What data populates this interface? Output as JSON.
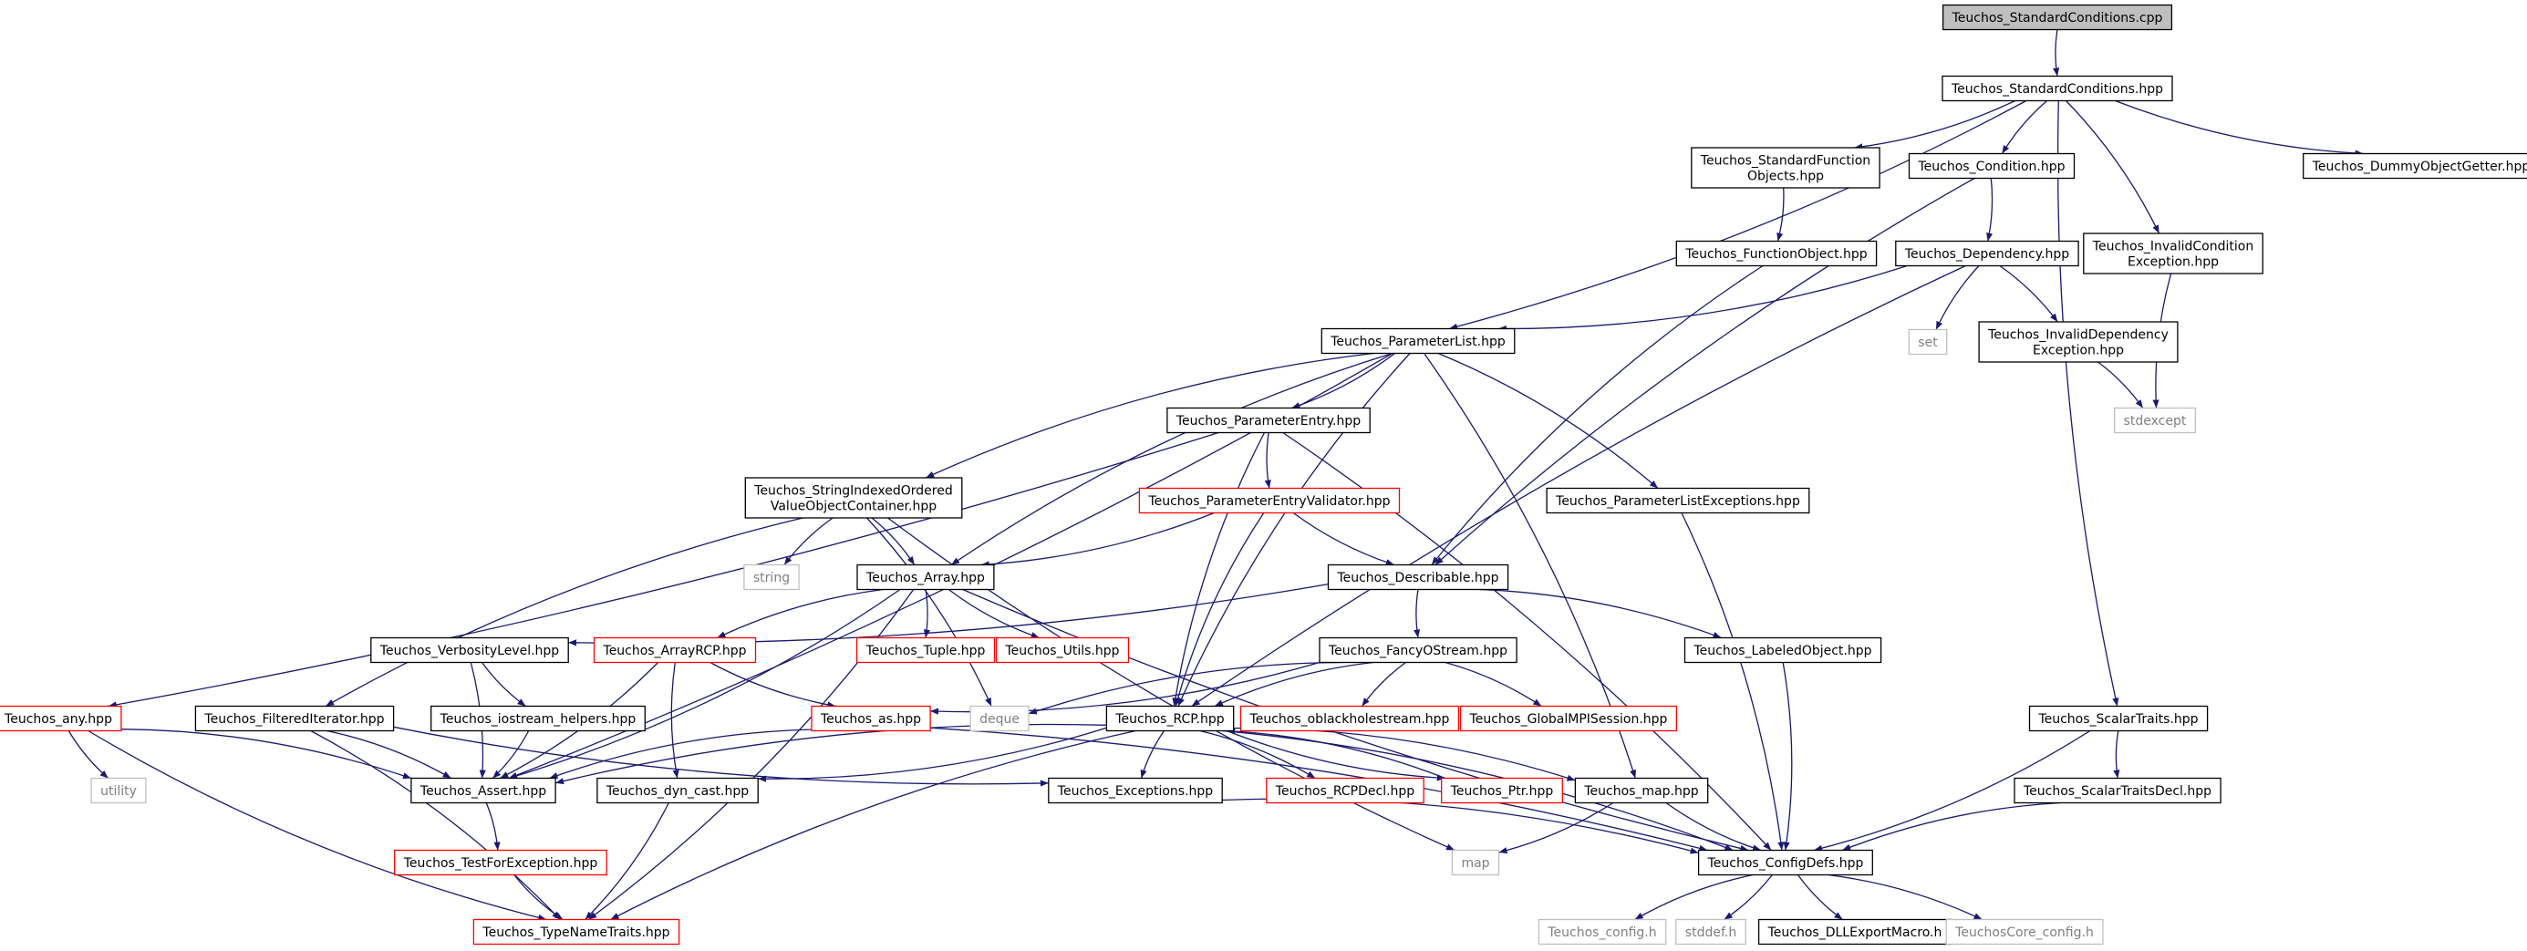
{
  "colors": {
    "edge": "#191970",
    "root_fill": "#bfbfbf",
    "normal_border": "#000000",
    "incomplete_border": "#ff0000",
    "external_border": "#bfbfbf",
    "text": "#000000",
    "external_text": "#7f7f7f"
  },
  "nodes": [
    {
      "id": "cpp",
      "lines": [
        "Teuchos_StandardConditions.cpp"
      ],
      "style": "root"
    },
    {
      "id": "stdcond",
      "lines": [
        "Teuchos_StandardConditions.hpp"
      ],
      "style": "normal"
    },
    {
      "id": "stdfunc",
      "lines": [
        "Teuchos_StandardFunction",
        "Objects.hpp"
      ],
      "style": "normal"
    },
    {
      "id": "condition",
      "lines": [
        "Teuchos_Condition.hpp"
      ],
      "style": "normal"
    },
    {
      "id": "invcond",
      "lines": [
        "Teuchos_InvalidCondition",
        "Exception.hpp"
      ],
      "style": "normal"
    },
    {
      "id": "dummy",
      "lines": [
        "Teuchos_DummyObjectGetter.hpp"
      ],
      "style": "normal"
    },
    {
      "id": "funcobj",
      "lines": [
        "Teuchos_FunctionObject.hpp"
      ],
      "style": "normal"
    },
    {
      "id": "dependency",
      "lines": [
        "Teuchos_Dependency.hpp"
      ],
      "style": "normal"
    },
    {
      "id": "set",
      "lines": [
        "set"
      ],
      "style": "external"
    },
    {
      "id": "invdep",
      "lines": [
        "Teuchos_InvalidDependency",
        "Exception.hpp"
      ],
      "style": "normal"
    },
    {
      "id": "stdexcept",
      "lines": [
        "stdexcept"
      ],
      "style": "external"
    },
    {
      "id": "paramlist",
      "lines": [
        "Teuchos_ParameterList.hpp"
      ],
      "style": "normal"
    },
    {
      "id": "paramentry",
      "lines": [
        "Teuchos_ParameterEntry.hpp"
      ],
      "style": "normal"
    },
    {
      "id": "sivoc",
      "lines": [
        "Teuchos_StringIndexedOrdered",
        "ValueObjectContainer.hpp"
      ],
      "style": "normal"
    },
    {
      "id": "pev",
      "lines": [
        "Teuchos_ParameterEntryValidator.hpp"
      ],
      "style": "incomplete"
    },
    {
      "id": "plexc",
      "lines": [
        "Teuchos_ParameterListExceptions.hpp"
      ],
      "style": "normal"
    },
    {
      "id": "string",
      "lines": [
        "string"
      ],
      "style": "external"
    },
    {
      "id": "array",
      "lines": [
        "Teuchos_Array.hpp"
      ],
      "style": "normal"
    },
    {
      "id": "describable",
      "lines": [
        "Teuchos_Describable.hpp"
      ],
      "style": "normal"
    },
    {
      "id": "verbosity",
      "lines": [
        "Teuchos_VerbosityLevel.hpp"
      ],
      "style": "normal"
    },
    {
      "id": "arrayrcp",
      "lines": [
        "Teuchos_ArrayRCP.hpp"
      ],
      "style": "incomplete"
    },
    {
      "id": "tuple",
      "lines": [
        "Teuchos_Tuple.hpp"
      ],
      "style": "incomplete"
    },
    {
      "id": "utils",
      "lines": [
        "Teuchos_Utils.hpp"
      ],
      "style": "incomplete"
    },
    {
      "id": "fancy",
      "lines": [
        "Teuchos_FancyOStream.hpp"
      ],
      "style": "normal"
    },
    {
      "id": "labeled",
      "lines": [
        "Teuchos_LabeledObject.hpp"
      ],
      "style": "normal"
    },
    {
      "id": "any",
      "lines": [
        "Teuchos_any.hpp"
      ],
      "style": "incomplete"
    },
    {
      "id": "filtered",
      "lines": [
        "Teuchos_FilteredIterator.hpp"
      ],
      "style": "normal"
    },
    {
      "id": "iostream",
      "lines": [
        "Teuchos_iostream_helpers.hpp"
      ],
      "style": "normal"
    },
    {
      "id": "as",
      "lines": [
        "Teuchos_as.hpp"
      ],
      "style": "incomplete"
    },
    {
      "id": "deque",
      "lines": [
        "deque"
      ],
      "style": "external"
    },
    {
      "id": "rcp",
      "lines": [
        "Teuchos_RCP.hpp"
      ],
      "style": "normal"
    },
    {
      "id": "oblack",
      "lines": [
        "Teuchos_oblackholestream.hpp"
      ],
      "style": "incomplete"
    },
    {
      "id": "mpi",
      "lines": [
        "Teuchos_GlobalMPISession.hpp"
      ],
      "style": "incomplete"
    },
    {
      "id": "scalartraits",
      "lines": [
        "Teuchos_ScalarTraits.hpp"
      ],
      "style": "normal"
    },
    {
      "id": "utility",
      "lines": [
        "utility"
      ],
      "style": "external"
    },
    {
      "id": "assert",
      "lines": [
        "Teuchos_Assert.hpp"
      ],
      "style": "normal"
    },
    {
      "id": "dyncast",
      "lines": [
        "Teuchos_dyn_cast.hpp"
      ],
      "style": "normal"
    },
    {
      "id": "exceptions",
      "lines": [
        "Teuchos_Exceptions.hpp"
      ],
      "style": "normal"
    },
    {
      "id": "rcpdecl",
      "lines": [
        "Teuchos_RCPDecl.hpp"
      ],
      "style": "incomplete"
    },
    {
      "id": "ptr",
      "lines": [
        "Teuchos_Ptr.hpp"
      ],
      "style": "incomplete"
    },
    {
      "id": "maphpp",
      "lines": [
        "Teuchos_map.hpp"
      ],
      "style": "normal"
    },
    {
      "id": "stdecl",
      "lines": [
        "Teuchos_ScalarTraitsDecl.hpp"
      ],
      "style": "normal"
    },
    {
      "id": "testfor",
      "lines": [
        "Teuchos_TestForException.hpp"
      ],
      "style": "incomplete"
    },
    {
      "id": "map",
      "lines": [
        "map"
      ],
      "style": "external"
    },
    {
      "id": "configdefs",
      "lines": [
        "Teuchos_ConfigDefs.hpp"
      ],
      "style": "normal"
    },
    {
      "id": "typename",
      "lines": [
        "Teuchos_TypeNameTraits.hpp"
      ],
      "style": "incomplete"
    },
    {
      "id": "configh",
      "lines": [
        "Teuchos_config.h"
      ],
      "style": "external"
    },
    {
      "id": "stddef",
      "lines": [
        "stddef.h"
      ],
      "style": "external"
    },
    {
      "id": "dll",
      "lines": [
        "Teuchos_DLLExportMacro.h"
      ],
      "style": "normal"
    },
    {
      "id": "coreconfig",
      "lines": [
        "TeuchosCore_config.h"
      ],
      "style": "external"
    }
  ],
  "edges": [
    [
      "cpp",
      "stdcond"
    ],
    [
      "stdcond",
      "stdfunc"
    ],
    [
      "stdcond",
      "condition"
    ],
    [
      "stdcond",
      "invcond"
    ],
    [
      "stdcond",
      "dummy"
    ],
    [
      "stdcond",
      "paramlist"
    ],
    [
      "stdcond",
      "scalartraits"
    ],
    [
      "stdfunc",
      "funcobj"
    ],
    [
      "funcobj",
      "describable"
    ],
    [
      "condition",
      "dependency"
    ],
    [
      "condition",
      "describable"
    ],
    [
      "dependency",
      "paramlist"
    ],
    [
      "dependency",
      "set"
    ],
    [
      "dependency",
      "invdep"
    ],
    [
      "dependency",
      "rcp"
    ],
    [
      "invdep",
      "stdexcept"
    ],
    [
      "invcond",
      "stdexcept"
    ],
    [
      "paramlist",
      "paramentry"
    ],
    [
      "paramlist",
      "sivoc"
    ],
    [
      "paramlist",
      "plexc"
    ],
    [
      "paramlist",
      "array"
    ],
    [
      "paramlist",
      "assert"
    ],
    [
      "paramlist",
      "rcp"
    ],
    [
      "paramlist",
      "maphpp"
    ],
    [
      "paramentry",
      "pev"
    ],
    [
      "paramentry",
      "any"
    ],
    [
      "paramentry",
      "rcp"
    ],
    [
      "paramentry",
      "configdefs"
    ],
    [
      "pev",
      "describable"
    ],
    [
      "pev",
      "array"
    ],
    [
      "pev",
      "rcp"
    ],
    [
      "plexc",
      "configdefs"
    ],
    [
      "sivoc",
      "string"
    ],
    [
      "sivoc",
      "array"
    ],
    [
      "sivoc",
      "filtered"
    ],
    [
      "sivoc",
      "deque"
    ],
    [
      "sivoc",
      "map"
    ],
    [
      "array",
      "assert"
    ],
    [
      "array",
      "arrayrcp"
    ],
    [
      "array",
      "tuple"
    ],
    [
      "array",
      "utils"
    ],
    [
      "array",
      "typename"
    ],
    [
      "array",
      "configdefs"
    ],
    [
      "describable",
      "verbosity"
    ],
    [
      "describable",
      "fancy"
    ],
    [
      "describable",
      "labeled"
    ],
    [
      "fancy",
      "rcp"
    ],
    [
      "fancy",
      "as"
    ],
    [
      "fancy",
      "oblack"
    ],
    [
      "fancy",
      "mpi"
    ],
    [
      "fancy",
      "deque"
    ],
    [
      "labeled",
      "configdefs"
    ],
    [
      "verbosity",
      "iostream"
    ],
    [
      "verbosity",
      "assert"
    ],
    [
      "arrayrcp",
      "as"
    ],
    [
      "arrayrcp",
      "assert"
    ],
    [
      "arrayrcp",
      "dyncast"
    ],
    [
      "iostream",
      "assert"
    ],
    [
      "as",
      "assert"
    ],
    [
      "as",
      "configdefs"
    ],
    [
      "any",
      "utility"
    ],
    [
      "any",
      "assert"
    ],
    [
      "any",
      "typename"
    ],
    [
      "filtered",
      "assert"
    ],
    [
      "filtered",
      "exceptions"
    ],
    [
      "filtered",
      "typename"
    ],
    [
      "rcp",
      "assert"
    ],
    [
      "rcp",
      "dyncast"
    ],
    [
      "rcp",
      "exceptions"
    ],
    [
      "rcp",
      "rcpdecl"
    ],
    [
      "rcp",
      "ptr"
    ],
    [
      "rcp",
      "maphpp"
    ],
    [
      "rcp",
      "typename"
    ],
    [
      "rcp",
      "configdefs"
    ],
    [
      "ptr",
      "rcp"
    ],
    [
      "maphpp",
      "map"
    ],
    [
      "maphpp",
      "configdefs"
    ],
    [
      "exceptions",
      "configdefs"
    ],
    [
      "scalartraits",
      "stdecl"
    ],
    [
      "scalartraits",
      "configdefs"
    ],
    [
      "stdecl",
      "configdefs"
    ],
    [
      "assert",
      "testfor"
    ],
    [
      "testfor",
      "typename"
    ],
    [
      "dyncast",
      "typename"
    ],
    [
      "configdefs",
      "configh"
    ],
    [
      "configdefs",
      "stddef"
    ],
    [
      "configdefs",
      "dll"
    ],
    [
      "configdefs",
      "coreconfig"
    ]
  ]
}
